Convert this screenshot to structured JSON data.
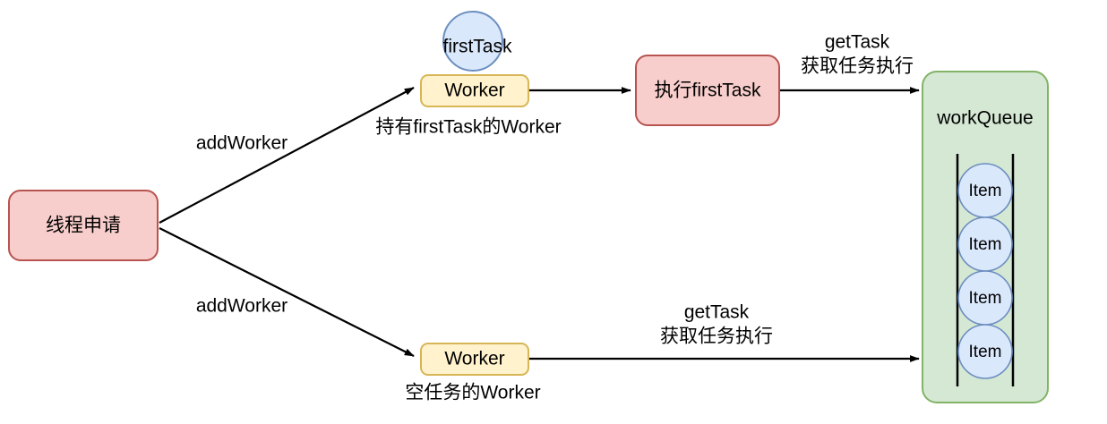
{
  "diagram": {
    "title": "Thread pool worker / workQueue flow",
    "colors": {
      "pink_fill": "#f8cecc",
      "pink_stroke": "#b85450",
      "yellow_fill": "#fff2cc",
      "yellow_stroke": "#d6b656",
      "blue_fill": "#dae8fc",
      "blue_stroke": "#6c8ebf",
      "green_fill": "#d5e8d4",
      "green_stroke": "#82b366",
      "edge_stroke": "#000000",
      "background": "#ffffff"
    },
    "nodes": {
      "thread_request": {
        "label": "线程申请"
      },
      "first_task_circle": {
        "label": "firstTask"
      },
      "worker_top": {
        "label": "Worker",
        "caption": "持有firstTask的Worker"
      },
      "worker_bottom": {
        "label": "Worker",
        "caption": "空任务的Worker"
      },
      "execute_first_task": {
        "label": "执行firstTask"
      },
      "work_queue": {
        "label": "workQueue"
      }
    },
    "queue_items": [
      {
        "label": "Item"
      },
      {
        "label": "Item"
      },
      {
        "label": "Item"
      },
      {
        "label": "Item"
      }
    ],
    "edges": {
      "add_worker_top": {
        "label": "addWorker"
      },
      "add_worker_bottom": {
        "label": "addWorker"
      },
      "get_task_top": {
        "line1": "getTask",
        "line2": "获取任务执行"
      },
      "get_task_bottom": {
        "line1": "getTask",
        "line2": "获取任务执行"
      }
    }
  }
}
